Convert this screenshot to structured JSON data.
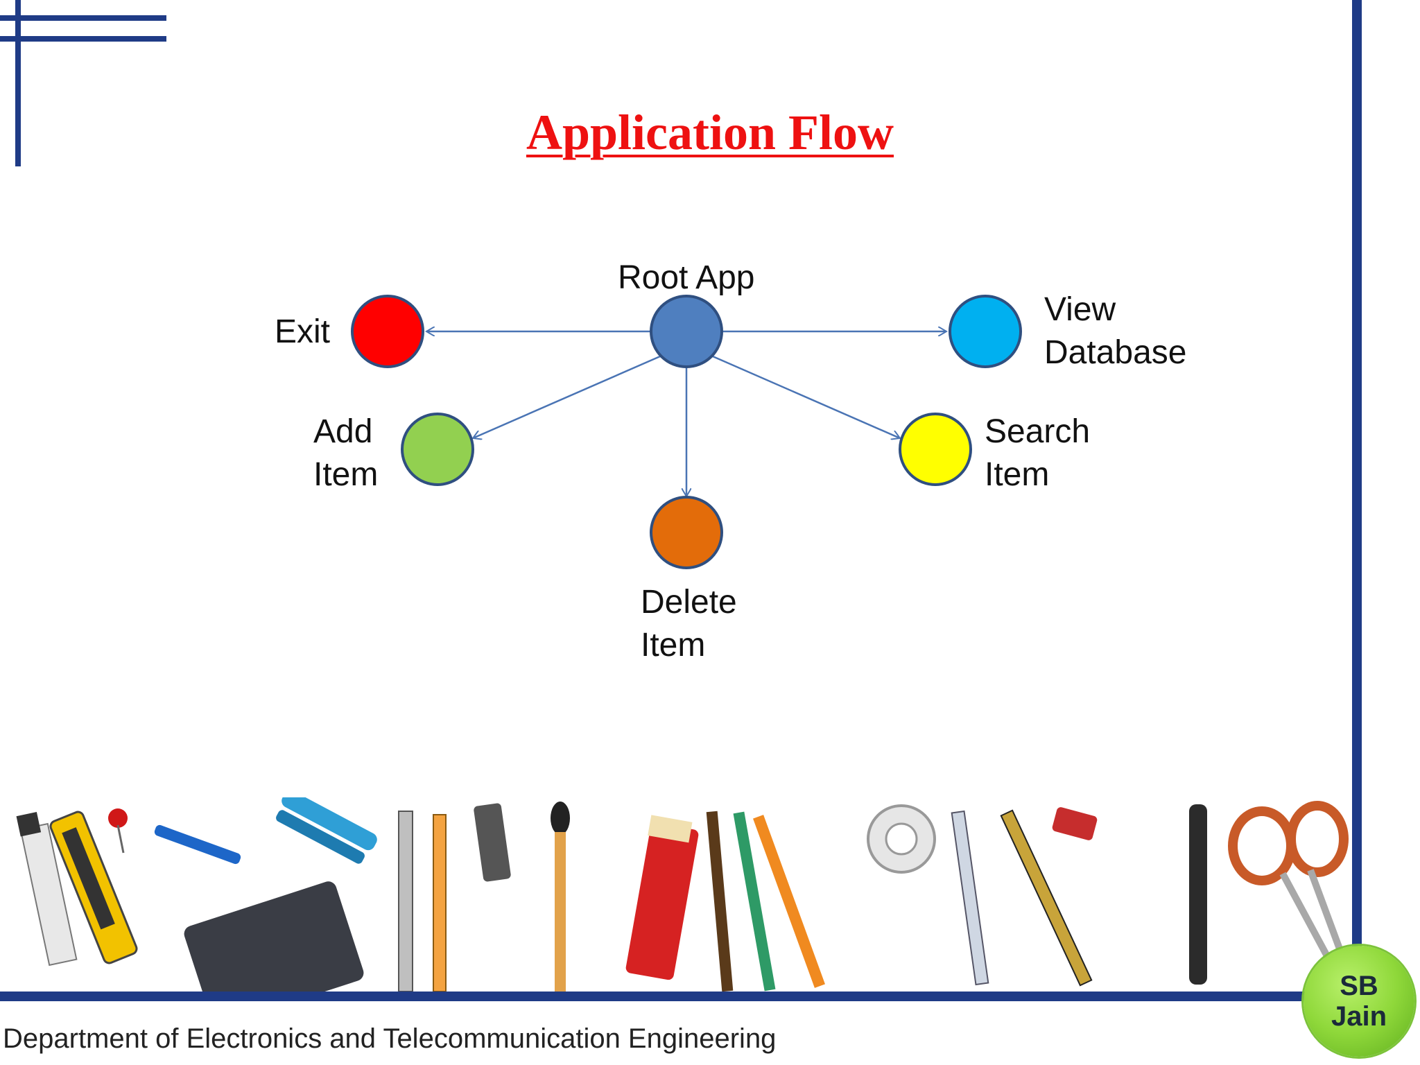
{
  "title": "Application Flow",
  "nodes": {
    "root": {
      "label": "Root App",
      "color": "#4f7fbf"
    },
    "exit": {
      "label": "Exit",
      "color": "#ff0000"
    },
    "view": {
      "label_line1": "View",
      "label_line2": "Database",
      "color": "#00b0f0"
    },
    "add": {
      "label_line1": "Add",
      "label_line2": "Item",
      "color": "#92d050"
    },
    "search": {
      "label_line1": "Search",
      "label_line2": "Item",
      "color": "#ffff00"
    },
    "delete": {
      "label_line1": "Delete",
      "label_line2": "Item",
      "color": "#e36c0a"
    }
  },
  "footer": {
    "department": "Department of Electronics and Telecommunication Engineering",
    "logo_line1": "SB",
    "logo_line2": "Jain"
  },
  "colors": {
    "frame": "#1f3b86",
    "title": "#ee1111",
    "arrow": "#4a74b4"
  }
}
